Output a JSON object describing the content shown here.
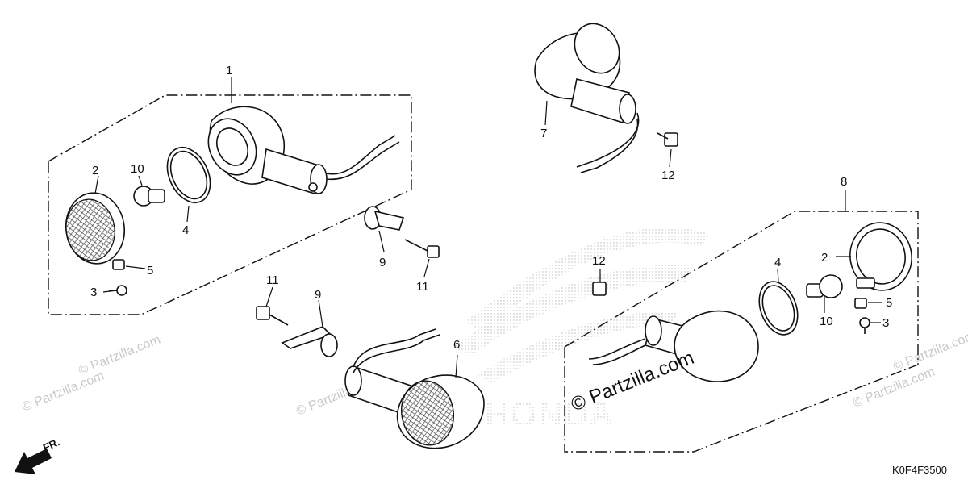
{
  "callouts": {
    "c1": "1",
    "c2a": "2",
    "c2b": "2",
    "c3a": "3",
    "c3b": "3",
    "c4a": "4",
    "c4b": "4",
    "c5a": "5",
    "c5b": "5",
    "c6": "6",
    "c7": "7",
    "c8": "8",
    "c9a": "9",
    "c9b": "9",
    "c10a": "10",
    "c10b": "10",
    "c11a": "11",
    "c11b": "11",
    "c12a": "12",
    "c12b": "12"
  },
  "watermark": {
    "main": "© Partzilla.com",
    "faint": "© Partzilla.com",
    "brand": "HONDA"
  },
  "diagram_code": "K0F4F3500",
  "direction_label": "FR."
}
